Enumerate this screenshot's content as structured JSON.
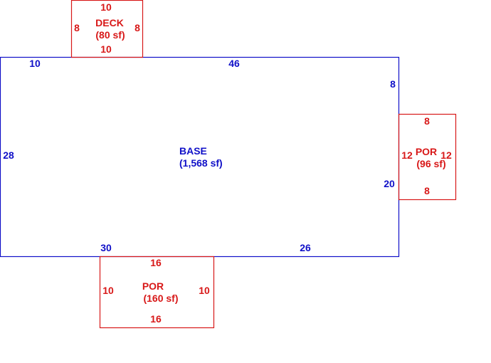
{
  "colors": {
    "base": "#1010c8",
    "addition": "#d81818",
    "background": "#ffffff"
  },
  "base": {
    "name": "BASE",
    "area": "(1,568 sf)",
    "dims": {
      "top_left": "10",
      "top_main": "46",
      "right_upper": "8",
      "left": "28",
      "right_lower": "20",
      "bottom_left": "30",
      "bottom_right": "26"
    }
  },
  "deck": {
    "name": "DECK",
    "area": "(80 sf)",
    "dims": {
      "top": "10",
      "bottom": "10",
      "left": "8",
      "right": "8"
    }
  },
  "porch_right": {
    "name": "POR",
    "area": "(96 sf)",
    "dims": {
      "top": "8",
      "bottom": "8",
      "left": "12",
      "right": "12"
    }
  },
  "porch_bottom": {
    "name": "POR",
    "area": "(160 sf)",
    "dims": {
      "top": "16",
      "bottom": "16",
      "left": "10",
      "right": "10"
    }
  }
}
